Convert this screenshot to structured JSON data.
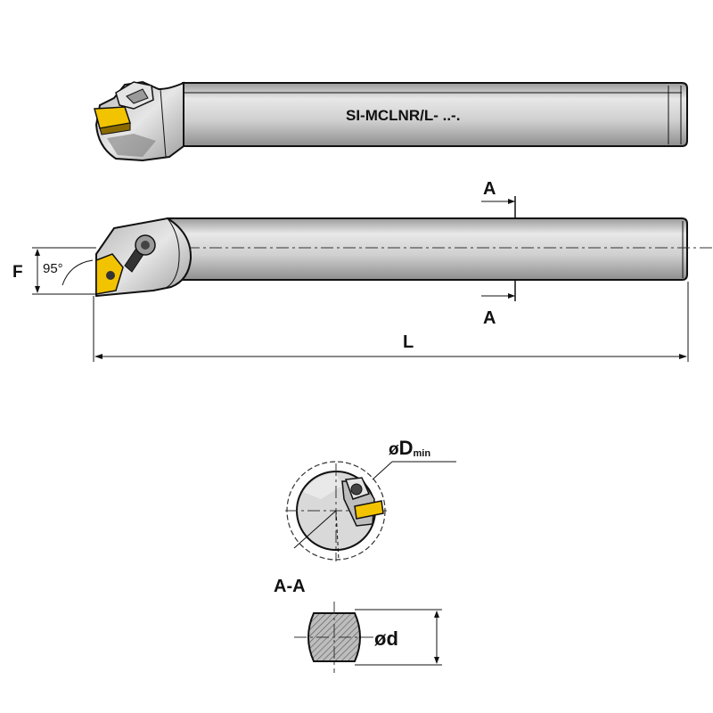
{
  "colors": {
    "body": "#d2d2d2",
    "body_light": "#ececec",
    "body_dark": "#a8a8a8",
    "insert": "#f2c300",
    "insert_dark": "#8a6a00",
    "line": "#111111"
  },
  "top_view": {
    "model_label": "SI-MCLNR/L- ..-."
  },
  "side_view": {
    "dim_f": "F",
    "angle": "95°",
    "section_mark_top": "A",
    "section_mark_bottom": "A",
    "dim_l": "L"
  },
  "section": {
    "dia_symbol": "ø",
    "dia_letter": "D",
    "dia_subscript": "min",
    "label": "A-A"
  },
  "shank": {
    "dim_d": "ød"
  },
  "icons": [
    "cutting-insert-icon",
    "clamp-screw-icon",
    "hatch-pattern"
  ]
}
